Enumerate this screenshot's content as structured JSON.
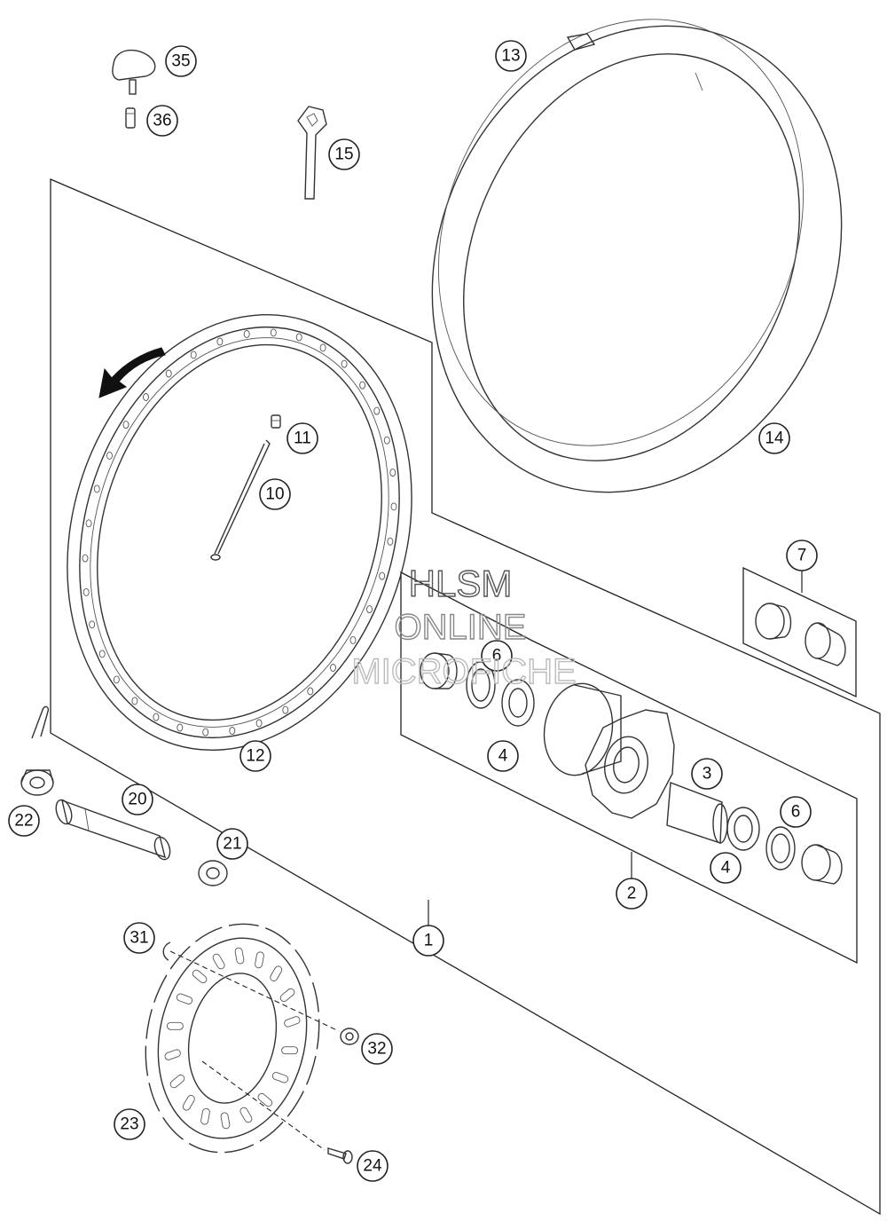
{
  "watermark": {
    "line1": "HLSM",
    "line2": "ONLINE",
    "line3": "MICROFICHE"
  },
  "callouts": [
    {
      "id": "35",
      "label": "35"
    },
    {
      "id": "36",
      "label": "36"
    },
    {
      "id": "15",
      "label": "15"
    },
    {
      "id": "13",
      "label": "13"
    },
    {
      "id": "14",
      "label": "14"
    },
    {
      "id": "11",
      "label": "11"
    },
    {
      "id": "10",
      "label": "10"
    },
    {
      "id": "12",
      "label": "12"
    },
    {
      "id": "7",
      "label": "7"
    },
    {
      "id": "6a",
      "label": "6"
    },
    {
      "id": "4a",
      "label": "4"
    },
    {
      "id": "3",
      "label": "3"
    },
    {
      "id": "6b",
      "label": "6"
    },
    {
      "id": "4b",
      "label": "4"
    },
    {
      "id": "2",
      "label": "2"
    },
    {
      "id": "1",
      "label": "1"
    },
    {
      "id": "22",
      "label": "22"
    },
    {
      "id": "20",
      "label": "20"
    },
    {
      "id": "21",
      "label": "21"
    },
    {
      "id": "31",
      "label": "31"
    },
    {
      "id": "32",
      "label": "32"
    },
    {
      "id": "23",
      "label": "23"
    },
    {
      "id": "24",
      "label": "24"
    }
  ]
}
